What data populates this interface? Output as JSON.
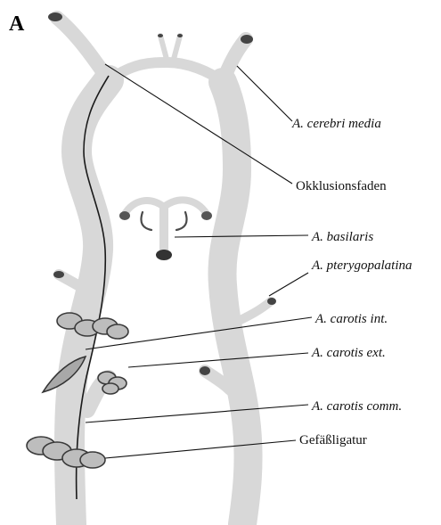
{
  "panel_letter": "A",
  "labels": {
    "cerebri_media": "A. cerebri media",
    "okklusionsfaden": "Okklusionsfaden",
    "basilaris": "A. basilaris",
    "pterygopalatina": "A. pterygopalatina",
    "carotis_int": "A. carotis int.",
    "carotis_ext": "A. carotis ext.",
    "carotis_comm": "A. carotis comm.",
    "gefaessligatur": "Gefäßligatur"
  },
  "colors": {
    "vessel_fill": "#d8d8d8",
    "vessel_outline": "#4a4a4a",
    "ligature_fill": "#bdbdbd",
    "text": "#111111"
  }
}
